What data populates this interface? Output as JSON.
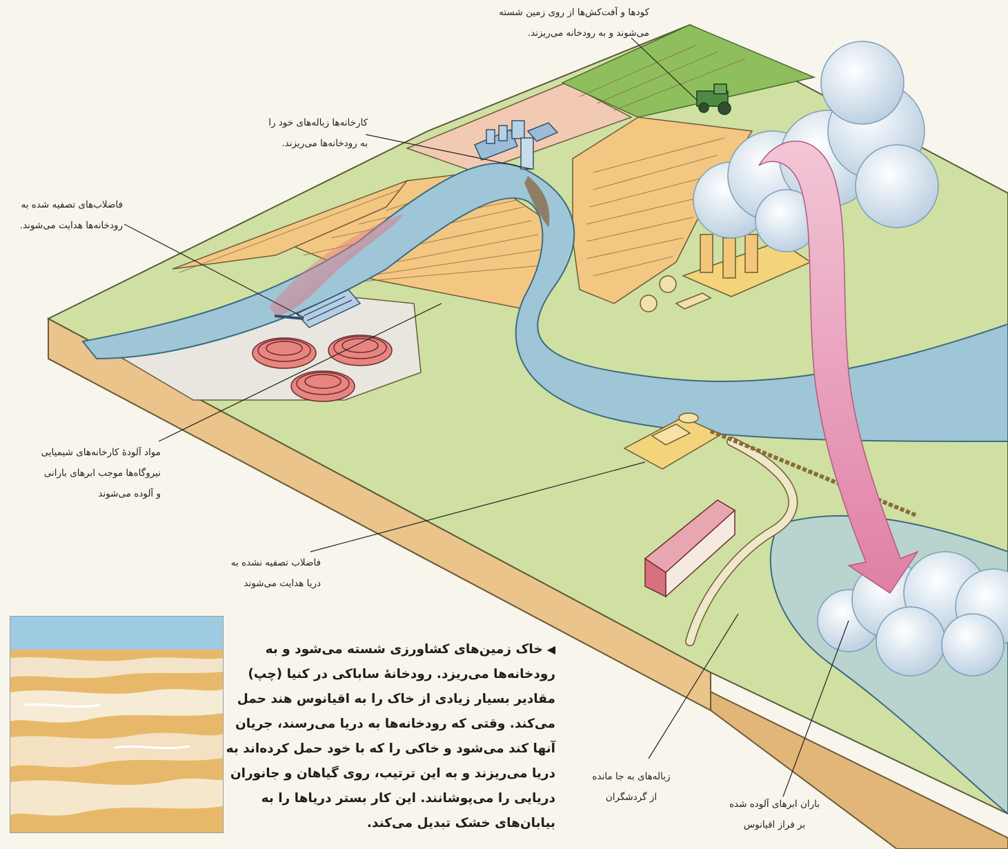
{
  "labels": {
    "fertilizers": [
      "کودها و آفت‌کش‌ها از روی زمین شسته",
      "می‌شوند و به رودخانه می‌ریزند."
    ],
    "factories": [
      "کارخانه‌ها زباله‌های خود را",
      "به رودخانه‌ها می‌ریزند."
    ],
    "treated_sewage": [
      "فاضلاب‌های تصفیه شده به",
      "رودخانه‌ها هدایت می‌شوند."
    ],
    "chemical_waste": [
      "مواد آلودهٔ کارخانه‌های شیمیایی",
      "نیروگاه‌ها موجب ابرهای بارانی",
      "و آلوده می‌شوند"
    ],
    "untreated_sewage": [
      "فاضلاب تصفیه نشده به",
      "دریا هدایت می‌شوند"
    ],
    "tourist_litter": [
      "زباله‌های به جا مانده",
      "از گردشگران"
    ],
    "polluted_rain": [
      "باران ابرهای آلوده شده",
      "بر فراز اقیانوس"
    ]
  },
  "caption": {
    "marker": "◀",
    "lines": [
      "خاک زمین‌های کشاورزی شسته می‌شود و به",
      "رودخانه‌ها می‌ریزد. رودخانهٔ ساباکی در کنیا (چپ)",
      "مقادیر بسیار زیادی از خاک را به اقیانوس هند حمل",
      "می‌کند. وقتی که رودخانه‌ها به دریا می‌رسند، جریان",
      "آنها کند می‌شود و خاکی را که با خود حمل کرده‌اند به",
      "دریا می‌ریزند و به این ترتیب، روی گیاهان و جانوران",
      "دریایی را می‌پوشانند. این کار بستر دریاها را به",
      "بیابان‌های خشک تبدیل می‌کند."
    ]
  },
  "colors": {
    "water": "#9fc6d6",
    "field_orange": "#f3c781",
    "field_green": "#c9dd9c",
    "crop_green": "#7fb04f",
    "cloud": "#e6eef6",
    "pollution_arrow": "#e7a7c0"
  }
}
